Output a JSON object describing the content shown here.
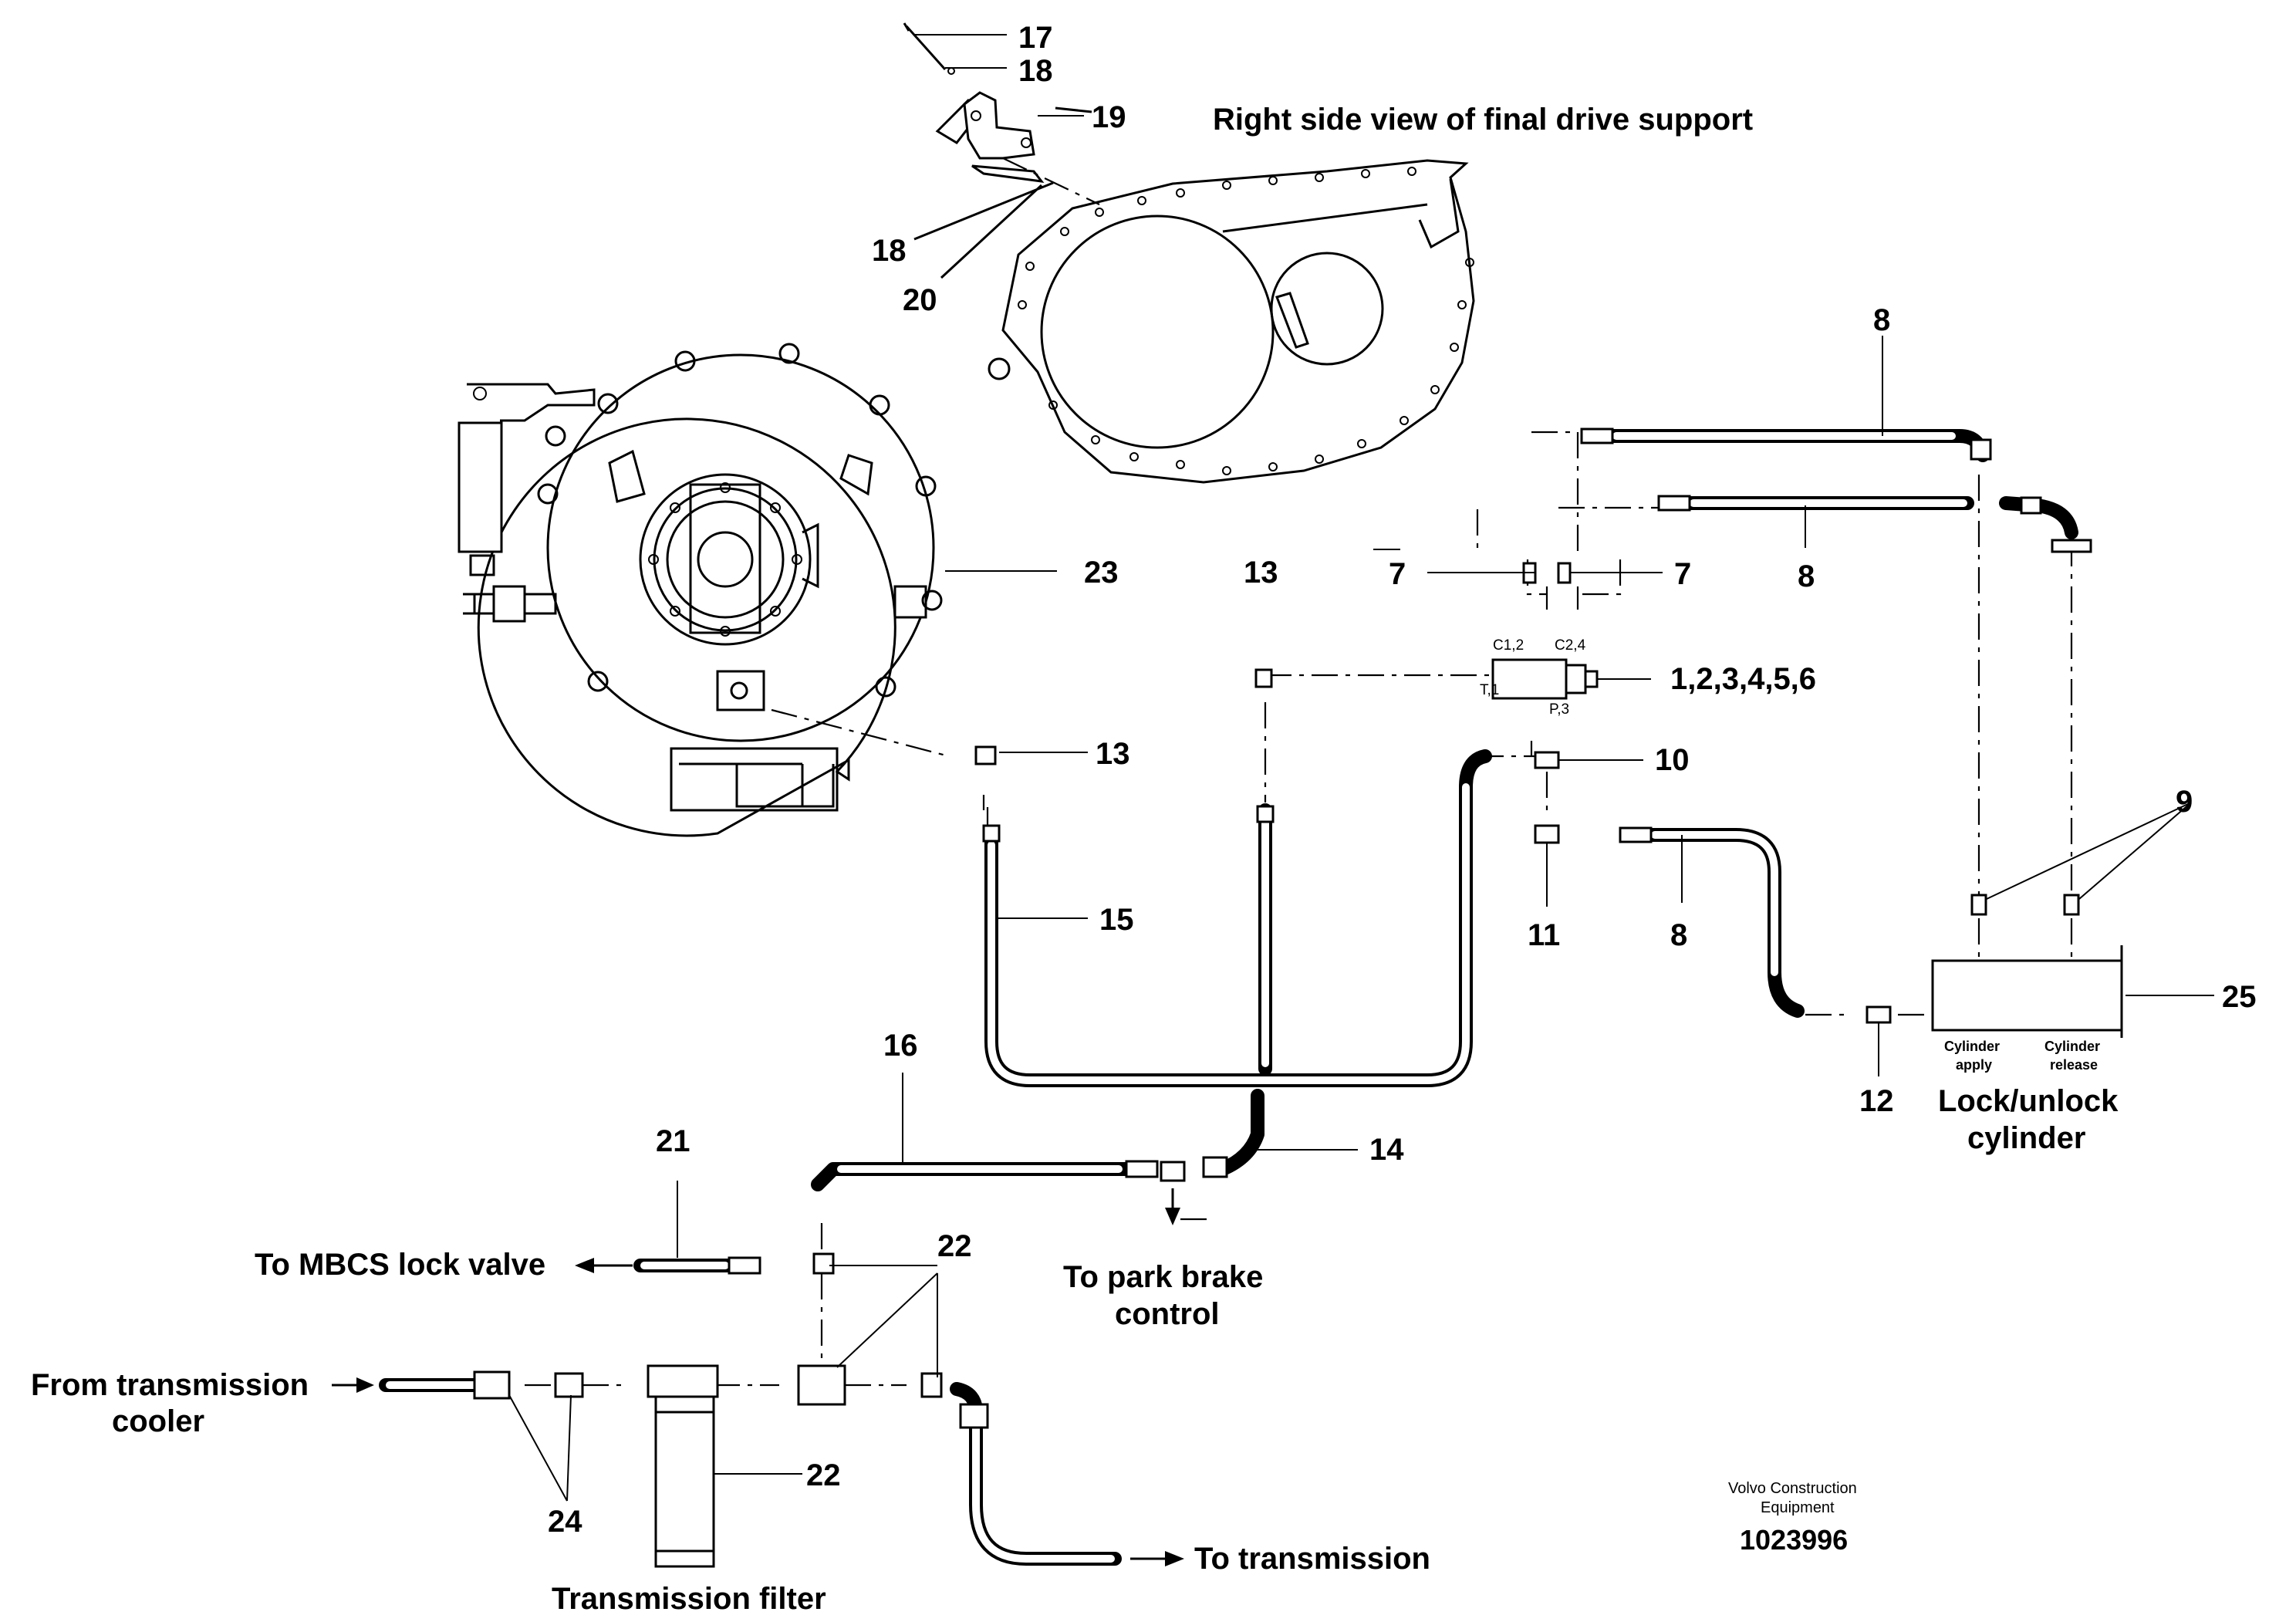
{
  "title": "Right side view of final drive support",
  "callouts": {
    "c17": "17",
    "c18a": "18",
    "c19": "19",
    "c18b": "18",
    "c20": "20",
    "c23": "23",
    "c13a": "13",
    "c13b": "13",
    "c7a": "7",
    "c7b": "7",
    "c8a": "8",
    "c8b": "8",
    "c8c": "8",
    "c1to6": "1,2,3,4,5,6",
    "c10": "10",
    "c11": "11",
    "c9": "9",
    "c15": "15",
    "c12": "12",
    "c25": "25",
    "c16": "16",
    "c14": "14",
    "c21": "21",
    "c22a": "22",
    "c22b": "22",
    "c24": "24"
  },
  "ports": {
    "c12": "C1,2",
    "c24": "C2,4",
    "t1": "T,1",
    "p3": "P,3"
  },
  "cylinder": {
    "apply_line1": "Cylinder",
    "apply_line2": "apply",
    "release_line1": "Cylinder",
    "release_line2": "release",
    "name_line1": "Lock/unlock",
    "name_line2": "cylinder"
  },
  "labels": {
    "park_brake_line1": "To park brake",
    "park_brake_line2": "control",
    "mbcs": "To MBCS lock valve",
    "from_cooler_line1": "From transmission",
    "from_cooler_line2": "cooler",
    "to_transmission": "To transmission",
    "filter": "Transmission filter"
  },
  "credit": {
    "line1": "Volvo Construction",
    "line2": "Equipment",
    "doc_number": "1023996"
  },
  "icons": [
    "arrow-left-icon",
    "arrow-right-icon",
    "arrow-down-icon"
  ]
}
